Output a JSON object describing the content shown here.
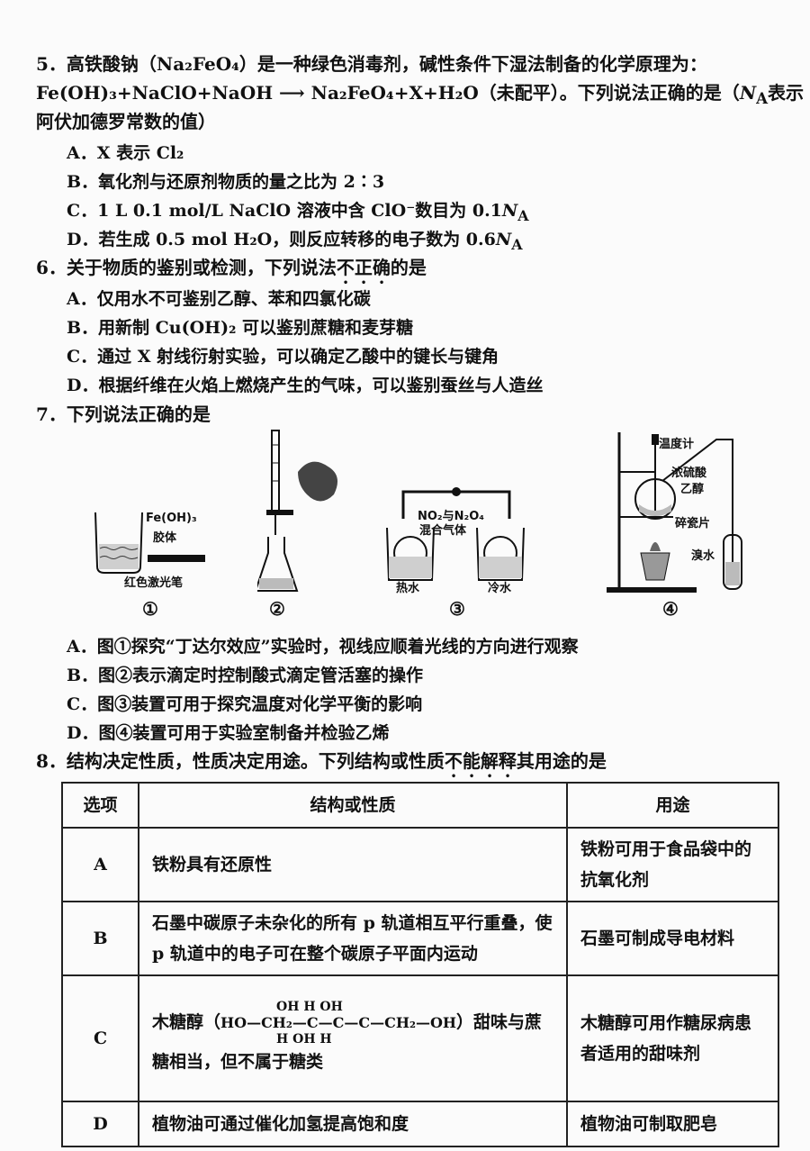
{
  "q5": {
    "stem1": "5．高铁酸钠（Na₂FeO₄）是一种绿色消毒剂，碱性条件下湿法制备的化学原理为：",
    "stem2": "Fe(OH)₃+NaClO+NaOH ⟶ Na₂FeO₄+X+H₂O（未配平）。下列说法正确的是（",
    "stem2_na": "N",
    "stem2_na_sub": "A",
    "stem2_tail": "表示",
    "stem3": "阿伏加德罗常数的值）",
    "A": "A．X 表示 Cl₂",
    "B": "B．氧化剂与还原剂物质的量之比为 2∶3",
    "C_pre": "C．1 L 0.1 mol/L NaClO 溶液中含 ClO⁻数目为 0.1",
    "D_pre": "D．若生成 0.5 mol H₂O，则反应转移的电子数为 0.6"
  },
  "q6": {
    "stem_pre": "6．关于物质的鉴别或检测，下列说法",
    "stem_emph": "不正确",
    "stem_post": "的是",
    "A": "A．仅用水不可鉴别乙醇、苯和四氯化碳",
    "B": "B．用新制 Cu(OH)₂ 可以鉴别蔗糖和麦芽糖",
    "C": "C．通过 X 射线衍射实验，可以确定乙酸中的键长与键角",
    "D": "D．根据纤维在火焰上燃烧产生的气味，可以鉴别蚕丝与人造丝"
  },
  "q7": {
    "stem": "7．下列说法正确的是",
    "fig1_label1": "Fe(OH)₃",
    "fig1_label2": "胶体",
    "fig1_label3": "红色激光笔",
    "fig3_label1": "NO₂与N₂O₄",
    "fig3_label2": "混合气体",
    "fig3_label3": "热水",
    "fig3_label4": "冷水",
    "fig4_label1": "温度计",
    "fig4_label2": "浓硫酸",
    "fig4_label3": "乙醇",
    "fig4_label4": "碎瓷片",
    "fig4_label5": "溴水",
    "num1": "①",
    "num2": "②",
    "num3": "③",
    "num4": "④",
    "A": "A．图①探究“丁达尔效应”实验时，视线应顺着光线的方向进行观察",
    "B": "B．图②表示滴定时控制酸式滴定管活塞的操作",
    "C": "C．图③装置可用于探究温度对化学平衡的影响",
    "D": "D．图④装置可用于实验室制备并检验乙烯"
  },
  "q8": {
    "stem_pre": "8．结构决定性质，性质决定用途。下列结构或性质",
    "stem_emph": "不能解释",
    "stem_post": "其用途的是",
    "headers": [
      "选项",
      "结构或性质",
      "用途"
    ],
    "rows": [
      {
        "opt": "A",
        "prop": "铁粉具有还原性",
        "use": "铁粉可用于食品袋中的抗氧化剂"
      },
      {
        "opt": "B",
        "prop": "石墨中碳原子未杂化的所有 p 轨道相互平行重叠，使 p 轨道中的电子可在整个碳原子平面内运动",
        "use": "石墨可制成导电材料"
      },
      {
        "opt": "C",
        "prop_pre": "木糖醇（",
        "prop_formula": "HO—CH₂—C—C—C—CH₂—OH",
        "prop_top": "OH H  OH",
        "prop_bottom": "H  OH H",
        "prop_post": "）甜味与蔗糖相当，但不属于糖类",
        "use": "木糖醇可用作糖尿病患者适用的甜味剂"
      },
      {
        "opt": "D",
        "prop": "植物油可通过催化加氢提高饱和度",
        "use": "植物油可制取肥皂"
      }
    ]
  }
}
